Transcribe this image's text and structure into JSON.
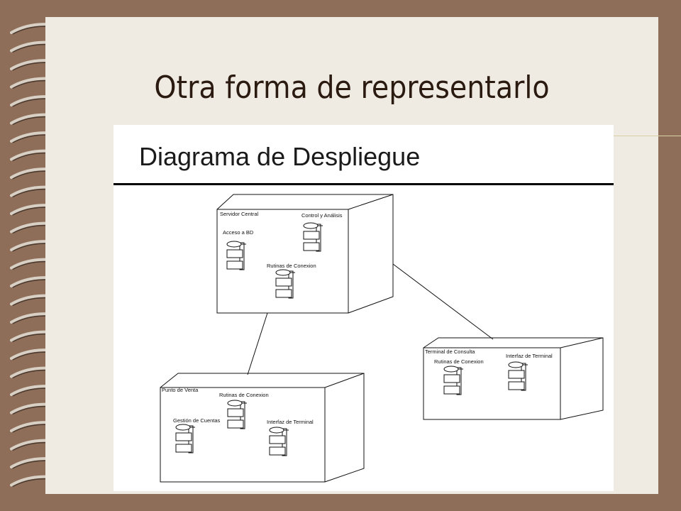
{
  "slide": {
    "title": "Otra forma de representarlo"
  },
  "picture": {
    "title": "Diagrama de Despliegue",
    "nodes": {
      "servidor": {
        "name": "Servidor Central",
        "components": {
          "acceso": "Acceso a BD",
          "control": "Control y Análisis",
          "rutinas": "Rutinas de Conexion"
        }
      },
      "terminal": {
        "name": "Terminal de Consulta",
        "components": {
          "rutinas": "Rutinas de Conexion",
          "interfaz": "Interfaz de Terminal"
        }
      },
      "punto": {
        "name": "Punto de Venta",
        "components": {
          "rutinas": "Rutinas de Conexion",
          "gestion": "Gestión de Cuentas",
          "interfaz": "Interfaz de Terminal"
        }
      }
    }
  },
  "colors": {
    "frame": "#8f6e59",
    "slide_background": "#efebe3",
    "title_rule": "#d9cfa6"
  }
}
